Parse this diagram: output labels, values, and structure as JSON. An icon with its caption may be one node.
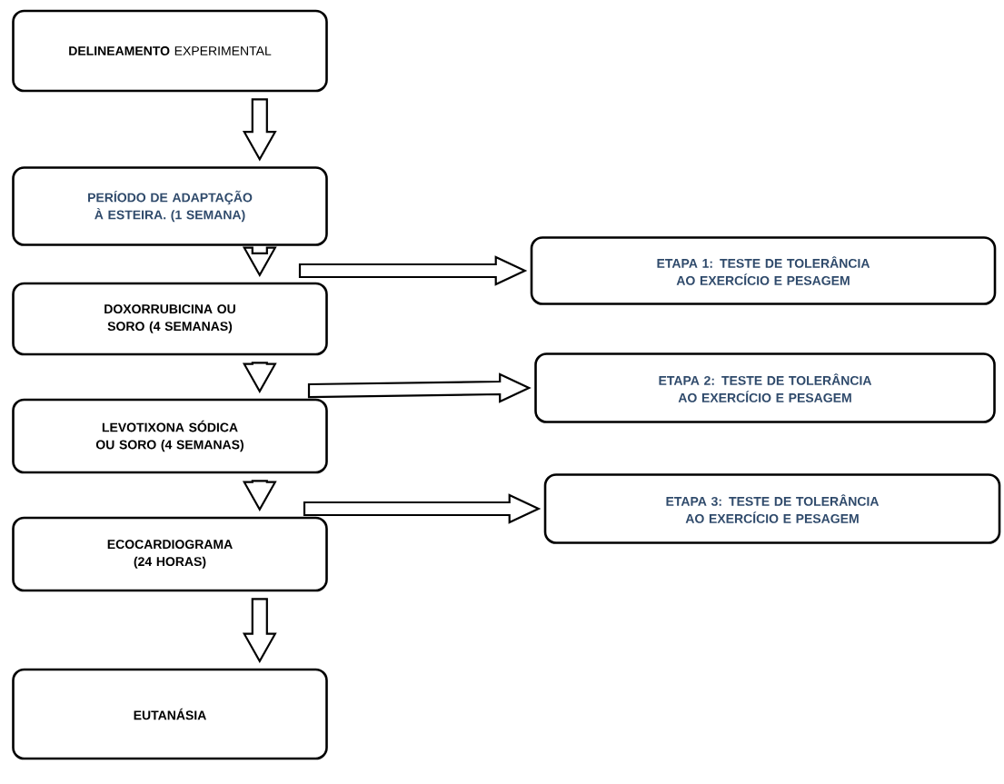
{
  "diagram": {
    "nodes": [
      {
        "text": [
          "**DELINEAMENTO** EXPERIMENTAL"
        ]
      },
      {
        "text": [
          "PERÍODO DE ADAPTAÇÃO À ESTEIRA. (1 SEMANA)"
        ]
      },
      {
        "text": [
          "ETAPA 1: TESTE DE TOLERÂNCIA AO EXERCÍCIO E PESAGEM"
        ]
      },
      {
        "text": [
          "DOXORRUBICINA OU SORO (4 SEMANAS)"
        ]
      },
      {
        "text": [
          "ETAPA 2: TESTE DE TOLERÂNCIA AO EXERCÍCIO E PESAGEM"
        ]
      },
      {
        "text": [
          "LEVOTIXONA SÓDICA OU SORO (4 SEMANAS)"
        ]
      },
      {
        "text": [
          "ETAPA 3: TESTE DE TOLERÂNCIA AO EXERCÍCIO E PESAGEM"
        ]
      },
      {
        "text": [
          "ECOCARDIOGRAMA (24 HORAS)"
        ]
      },
      {
        "text": [
          "EUTANÁSIA"
        ]
      }
    ],
    "edges": [
      {
        "from": 0,
        "to": 1,
        "arrow": "to"
      },
      {
        "from": 1,
        "to": 3,
        "arrow": "to"
      },
      {
        "from": null,
        "to": 2,
        "arrow": "to"
      },
      {
        "from": 3,
        "to": 5,
        "arrow": "to"
      },
      {
        "from": null,
        "to": 4,
        "arrow": "to"
      },
      {
        "from": 5,
        "to": 7,
        "arrow": "to"
      },
      {
        "from": null,
        "to": 6,
        "arrow": "to"
      },
      {
        "from": 7,
        "to": 8,
        "arrow": "to"
      }
    ]
  }
}
